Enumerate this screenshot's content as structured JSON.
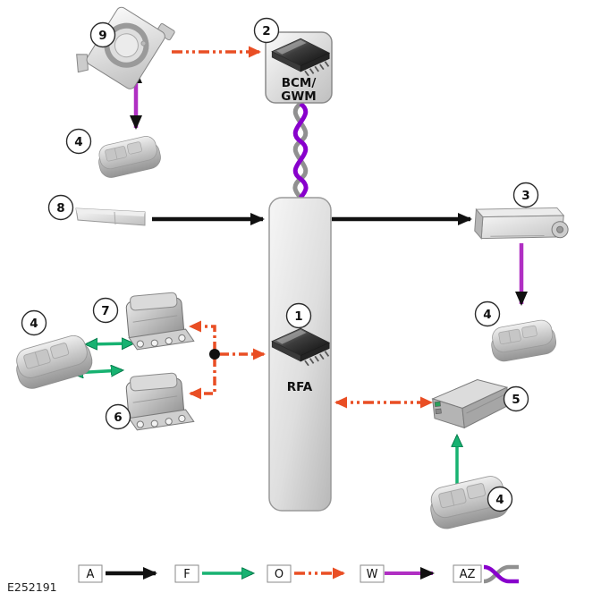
{
  "figure": {
    "id": "E252191"
  },
  "modules": {
    "rfa": {
      "callout": "1",
      "label": "RFA"
    },
    "bcm_gwm": {
      "callout": "2",
      "line1": "BCM/",
      "line2": "GWM"
    }
  },
  "callouts": {
    "n1": "1",
    "n2": "2",
    "n3": "3",
    "n4": "4",
    "n5": "5",
    "n6": "6",
    "n7": "7",
    "n8": "8",
    "n9": "9"
  },
  "components": {
    "1": "RFA module",
    "2": "BCM/GWM module",
    "3": "luggage compartment antenna",
    "4": "passive key fob",
    "5": "receiver unit",
    "6": "door antenna module",
    "7": "door antenna module",
    "8": "exterior door handle",
    "9": "backup transceiver coil"
  },
  "legend": {
    "items": [
      {
        "code": "A",
        "line_style": "solid",
        "color": "#111111"
      },
      {
        "code": "F",
        "line_style": "solid",
        "color": "#17b271"
      },
      {
        "code": "O",
        "line_style": "dash-dot-dot",
        "color": "#e94e24"
      },
      {
        "code": "W",
        "line_style": "solid",
        "color": "#b02fc3"
      },
      {
        "code": "AZ",
        "line_style": "twisted-pair",
        "color": "#8800cc",
        "color2": "#909090"
      }
    ]
  },
  "connections": [
    {
      "from": "transceiver-9",
      "to": "bcm-gwm-2",
      "type": "O",
      "bidirectional": false
    },
    {
      "from": "transceiver-9",
      "to": "key-fob-4",
      "type": "W",
      "bidirectional": true
    },
    {
      "from": "bcm-gwm-2",
      "to": "rfa-1",
      "type": "AZ",
      "bidirectional": true
    },
    {
      "from": "door-handle-8",
      "to": "rfa-1",
      "type": "A",
      "bidirectional": false
    },
    {
      "from": "rfa-1",
      "to": "antenna-3",
      "type": "A",
      "bidirectional": false
    },
    {
      "from": "antenna-3",
      "to": "key-fob-4",
      "type": "W",
      "bidirectional": false
    },
    {
      "from": "key-fob-4",
      "to": "antenna-module-7",
      "type": "F",
      "bidirectional": true
    },
    {
      "from": "key-fob-4",
      "to": "antenna-module-6",
      "type": "F",
      "bidirectional": true
    },
    {
      "from": "rfa-1",
      "to": "antenna-module-7",
      "type": "O",
      "bidirectional": false
    },
    {
      "from": "rfa-1",
      "to": "antenna-module-6",
      "type": "O",
      "bidirectional": false
    },
    {
      "from": "rfa-1",
      "to": "receiver-5",
      "type": "O",
      "bidirectional": true
    },
    {
      "from": "key-fob-4",
      "to": "receiver-5",
      "type": "F",
      "bidirectional": false
    }
  ],
  "colors": {
    "hardwired_black": "#111111",
    "rf_green": "#17b271",
    "bus_orange": "#e94e24",
    "single_wire_purple": "#b02fc3",
    "twisted_pair_purple": "#8800cc",
    "twisted_pair_gray": "#909090"
  }
}
